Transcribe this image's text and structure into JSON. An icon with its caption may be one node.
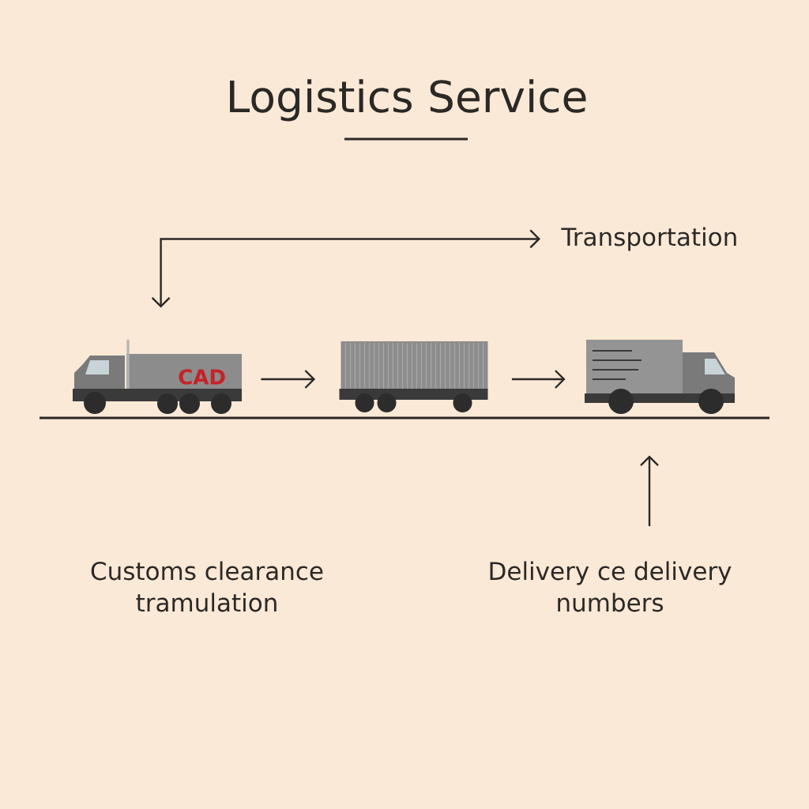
{
  "diagram": {
    "title": "Logistics Service",
    "nodes": [
      {
        "text": [
          "Transportation"
        ]
      },
      {
        "text": [
          "CAD"
        ]
      },
      {
        "text": [],
        "shape": "picture"
      },
      {
        "text": [],
        "shape": "picture"
      },
      {
        "text": [
          "Delivery ce delivery numbers"
        ]
      }
    ],
    "edges": [
      {
        "from": 1,
        "to": 0,
        "arrow": "both"
      },
      {
        "from": 1,
        "to": 2,
        "arrow": "to"
      },
      {
        "from": 2,
        "to": 3,
        "arrow": "to"
      },
      {
        "from": 4,
        "to": 3,
        "arrow": "to"
      }
    ],
    "labels": [
      "Customs clearance tramulation"
    ]
  }
}
